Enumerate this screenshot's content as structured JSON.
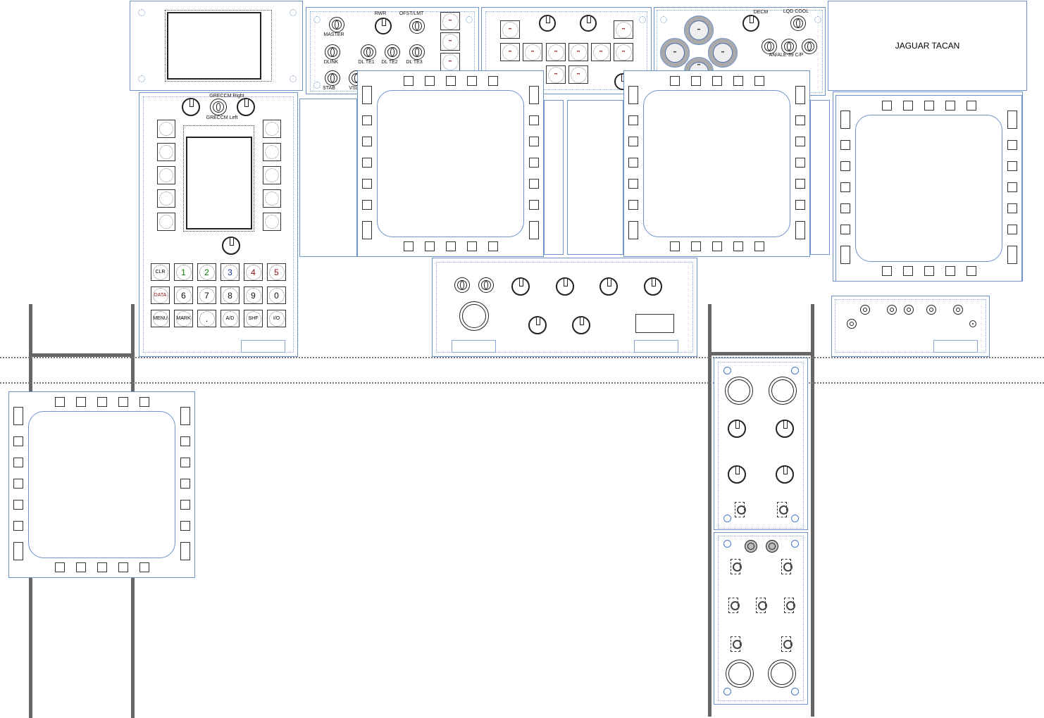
{
  "tacan": {
    "title": "JAGUAR TACAN"
  },
  "upper_left_panel": {
    "labels": {
      "master": "MASTER",
      "rwr": "RWR",
      "ofst": "OFST/LMT",
      "dlink": "DLINK",
      "dlte1": "DL TE1",
      "dlte2": "DL TE2",
      "dlte3": "DL TE3",
      "stab": "STAB",
      "vsl": "VSL"
    },
    "pushbutton_glyph": "••"
  },
  "ufc": {
    "greccm_right": "GRECCM Right",
    "greccm_left": "GRECCM Left",
    "keypad": [
      [
        "CLR",
        "1",
        "2",
        "3",
        "4",
        "5"
      ],
      [
        "DATA",
        "6",
        "7",
        "8",
        "9",
        "0"
      ],
      [
        "MENU",
        "MARK",
        ".",
        "A/D",
        "SHF",
        "I/O"
      ]
    ],
    "key_colors": {
      "digits_1": "#0a7a0a",
      "digit_3": "#1a2fa0",
      "digit_4": "#8a1010"
    }
  },
  "right_upper_panel": {
    "decm": "DECM",
    "lqd_cool": "LQD COOL",
    "analе": "AN/ALE-39 C/P",
    "button_glyph": "••"
  },
  "colors": {
    "panel_border": "#6e93c9",
    "post": "#666666"
  }
}
